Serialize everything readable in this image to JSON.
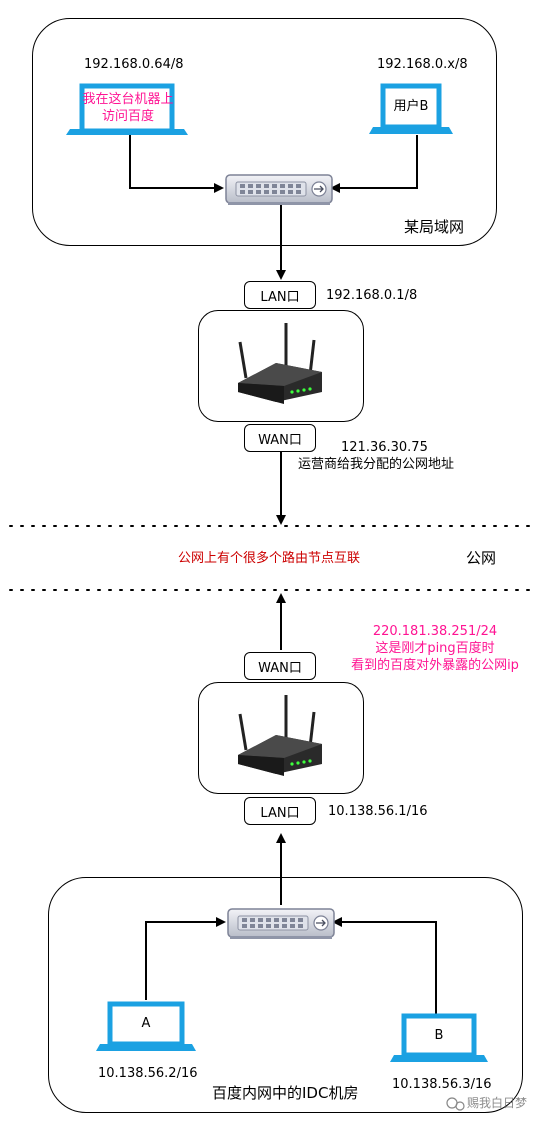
{
  "top_lan": {
    "title": "某局域网",
    "host_left": {
      "ip": "192.168.0.64/8",
      "note_line1": "我在这台机器上",
      "note_line2": "访问百度"
    },
    "host_right": {
      "ip": "192.168.0.x/8",
      "label": "用户B"
    }
  },
  "router_top": {
    "lan_port": "LAN口",
    "lan_ip": "192.168.0.1/8",
    "wan_port": "WAN口",
    "wan_ip": "121.36.30.75",
    "wan_note": "运营商给我分配的公网地址"
  },
  "internet": {
    "note": "公网上有个很多个路由节点互联",
    "label": "公网"
  },
  "router_bottom": {
    "wan_port": "WAN口",
    "wan_ip": "220.181.38.251/24",
    "wan_note_line1": "这是刚才ping百度时",
    "wan_note_line2": "看到的百度对外暴露的公网ip",
    "lan_port": "LAN口",
    "lan_ip": "10.138.56.1/16"
  },
  "bottom_lan": {
    "title": "百度内网中的IDC机房",
    "host_a": {
      "label": "A",
      "ip": "10.138.56.2/16"
    },
    "host_b": {
      "label": "B",
      "ip": "10.138.56.3/16"
    }
  },
  "watermark": "赐我白日梦",
  "colors": {
    "laptop": "#1ba1e2",
    "note_pink": "#ff1493",
    "note_red": "#cc0000",
    "line": "#000000"
  }
}
